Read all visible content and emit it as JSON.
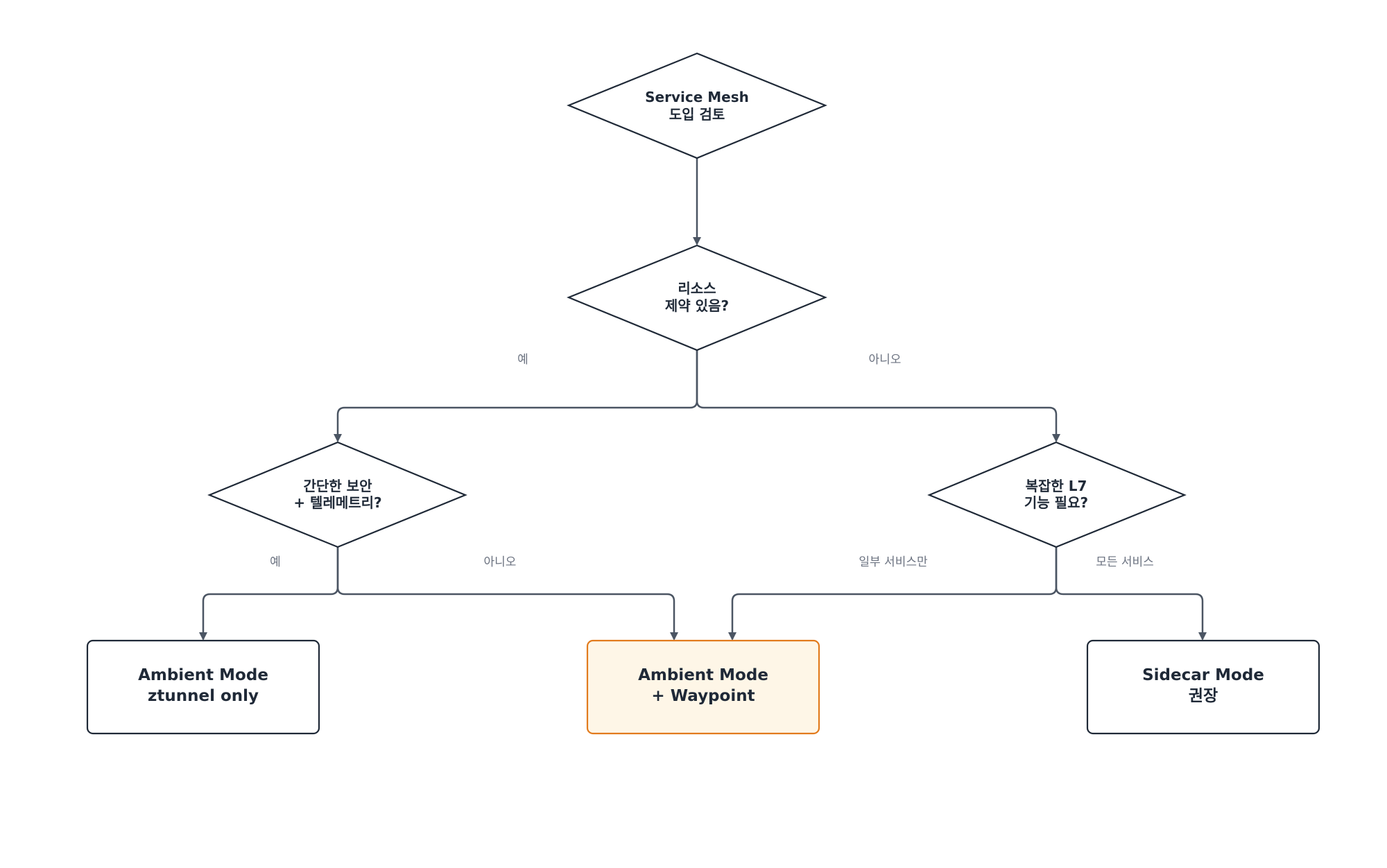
{
  "nodes": {
    "start": {
      "line1": "Service Mesh",
      "line2": "도입 검토"
    },
    "resource": {
      "line1": "리소스",
      "line2": "제약 있음?"
    },
    "security": {
      "line1": "간단한 보안",
      "line2": "+ 텔레메트리?"
    },
    "l7": {
      "line1": "복잡한 L7",
      "line2": "기능 필요?"
    },
    "ambient_ztunnel": {
      "line1": "Ambient Mode",
      "line2": "ztunnel only"
    },
    "ambient_waypoint": {
      "line1": "Ambient Mode",
      "line2": "+ Waypoint"
    },
    "sidecar": {
      "line1": "Sidecar Mode",
      "line2": "권장"
    }
  },
  "edge_labels": {
    "resource_yes": "예",
    "resource_no": "아니오",
    "security_yes": "예",
    "security_no": "아니오",
    "l7_some": "일부 서비스만",
    "l7_all": "모든 서비스"
  },
  "colors": {
    "highlight_fill": "#fef6e7",
    "highlight_stroke": "#e27b1d",
    "stroke": "#1f2937",
    "edge": "#4b5563",
    "label": "#6b7280"
  }
}
